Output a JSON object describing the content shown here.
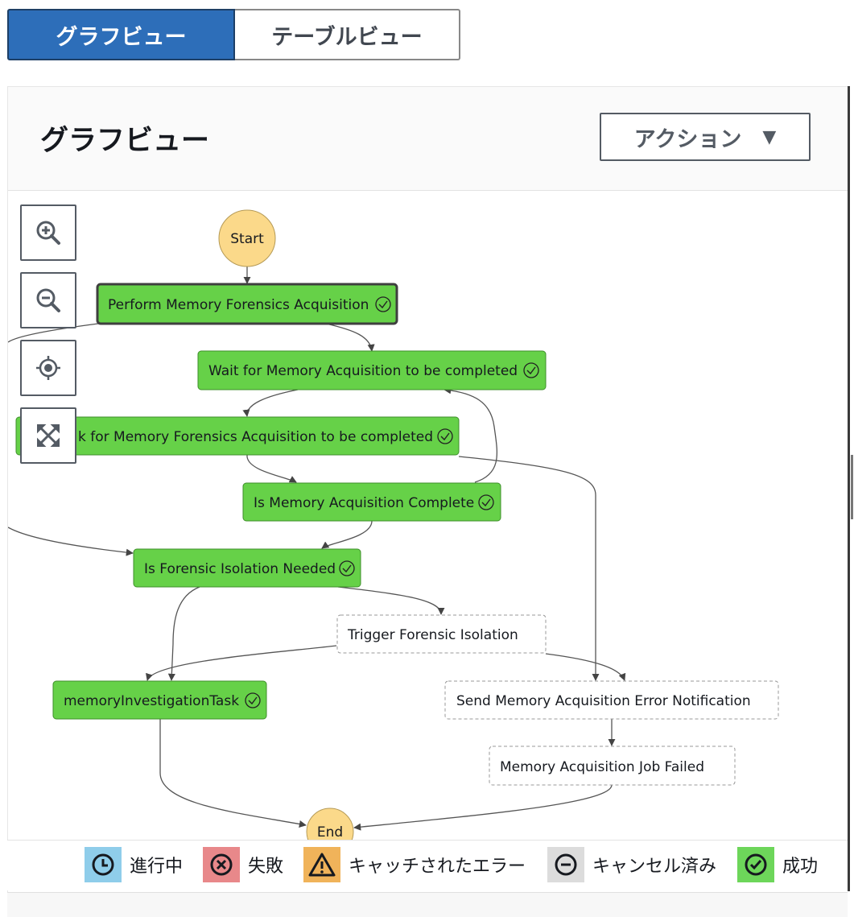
{
  "tabs": [
    {
      "label": "グラフビュー",
      "active": true
    },
    {
      "label": "テーブルビュー",
      "active": false
    }
  ],
  "panel": {
    "title": "グラフビュー",
    "action_label": "アクション",
    "action_caret": "▼"
  },
  "zoom_controls": [
    "zoom-in-icon",
    "zoom-out-icon",
    "center-icon",
    "fit-icon"
  ],
  "graph": {
    "start_label": "Start",
    "end_label": "End",
    "nodes": [
      {
        "id": "perform",
        "label": "Perform Memory Forensics Acquisition",
        "status": "succeeded"
      },
      {
        "id": "wait",
        "label": "Wait for Memory Acquisition to be completed",
        "status": "succeeded"
      },
      {
        "id": "check",
        "label": "k for Memory Forensics Acquisition to be completed",
        "status": "succeeded"
      },
      {
        "id": "complete",
        "label": "Is Memory Acquisition Complete",
        "status": "succeeded"
      },
      {
        "id": "isolation_needed",
        "label": "Is Forensic Isolation Needed",
        "status": "succeeded"
      },
      {
        "id": "trigger",
        "label": "Trigger Forensic Isolation",
        "status": "not-run"
      },
      {
        "id": "investigation",
        "label": "memoryInvestigationTask",
        "status": "succeeded"
      },
      {
        "id": "notify",
        "label": "Send Memory Acquisition Error Notification",
        "status": "not-run"
      },
      {
        "id": "failed",
        "label": "Memory Acquisition Job Failed",
        "status": "not-run"
      }
    ]
  },
  "legend": [
    {
      "label": "進行中",
      "icon": "clock-icon",
      "color": "#8fcdea"
    },
    {
      "label": "失敗",
      "icon": "x-circle-icon",
      "color": "#e8888a"
    },
    {
      "label": "キャッチされたエラー",
      "icon": "warning-icon",
      "color": "#f0b35a"
    },
    {
      "label": "キャンセル済み",
      "icon": "minus-circle-icon",
      "color": "#dcdcdc"
    },
    {
      "label": "成功",
      "icon": "check-circle-icon",
      "color": "#6dd65a"
    }
  ],
  "colors": {
    "success_fill": "#66d148",
    "start_fill": "#fbd98a",
    "tab_active": "#2d6eb9"
  }
}
